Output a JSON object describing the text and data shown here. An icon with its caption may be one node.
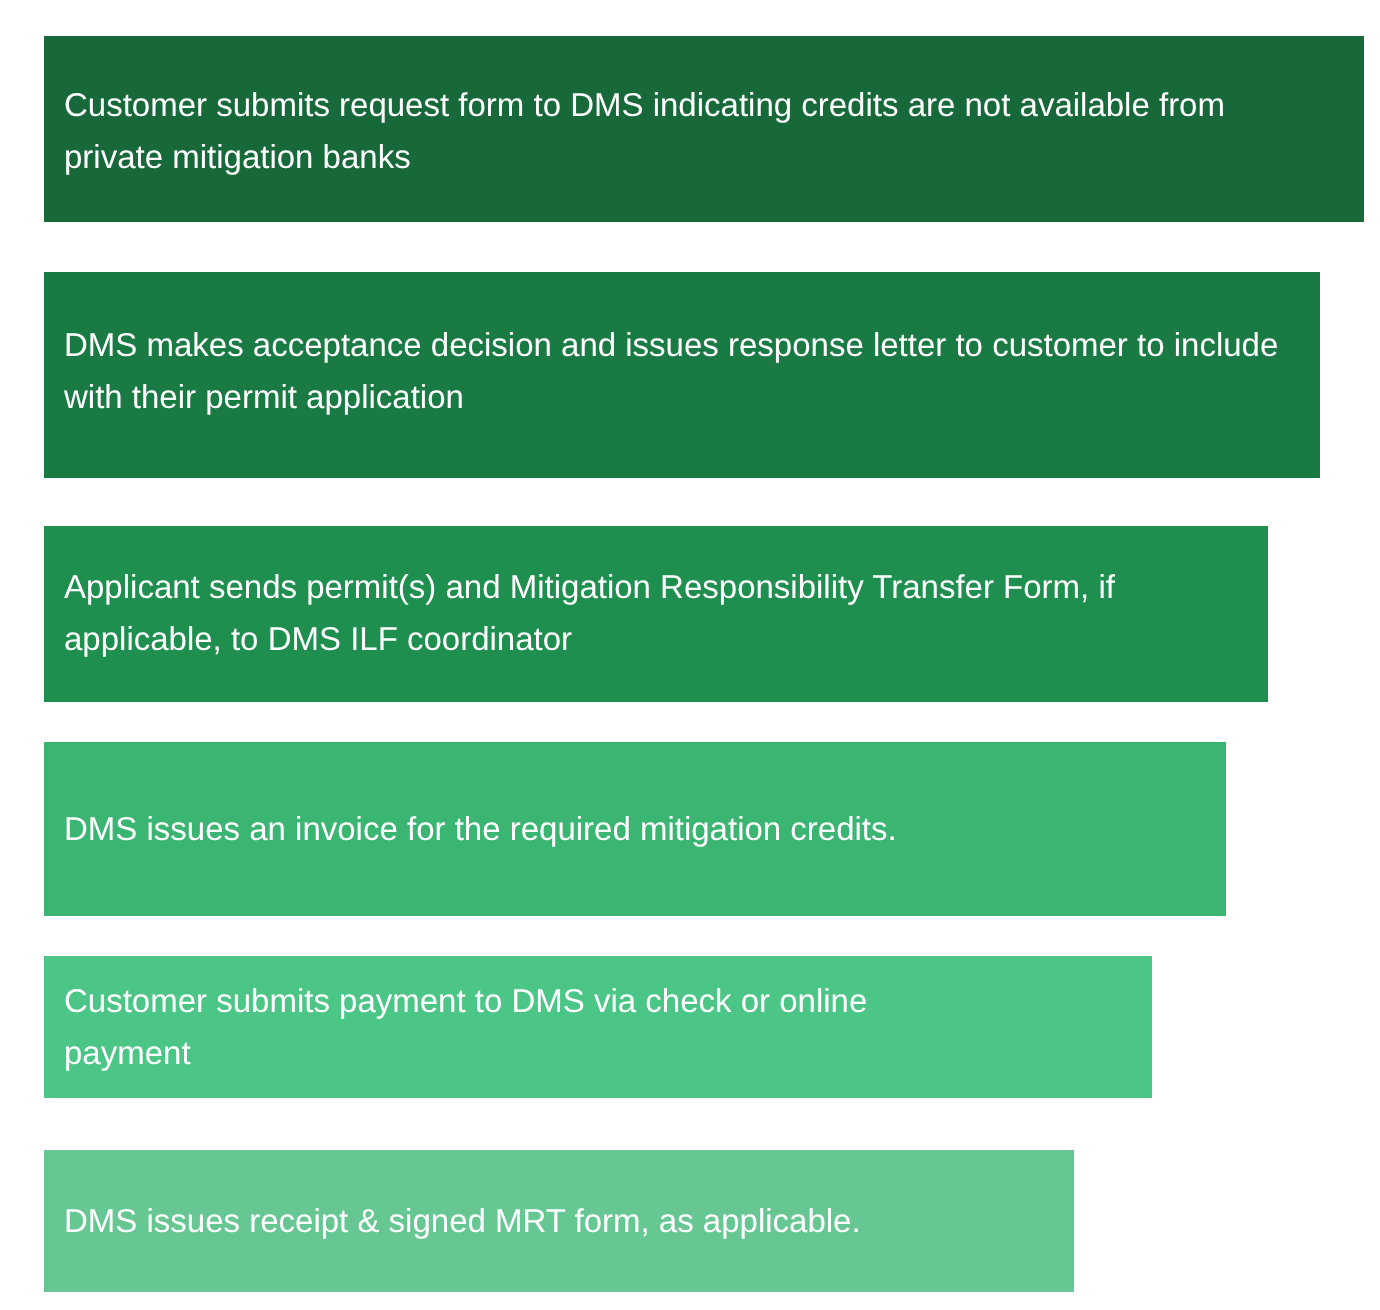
{
  "diagram": {
    "nodes": [
      {
        "text": [
          "Customer submits request form to DMS indicating credits are not available from private mitigation banks"
        ]
      },
      {
        "text": [
          "DMS makes acceptance decision and issues response letter to customer to include with their permit application"
        ]
      },
      {
        "text": [
          "Applicant sends permit(s) and Mitigation Responsibility Transfer Form, if applicable, to DMS ILF coordinator"
        ]
      },
      {
        "text": [
          "DMS issues an invoice for the required mitigation credits."
        ]
      },
      {
        "text": [
          "Customer submits payment to DMS via check or online payment"
        ]
      },
      {
        "text": [
          "DMS issues receipt & signed MRT form, as applicable."
        ]
      }
    ]
  }
}
